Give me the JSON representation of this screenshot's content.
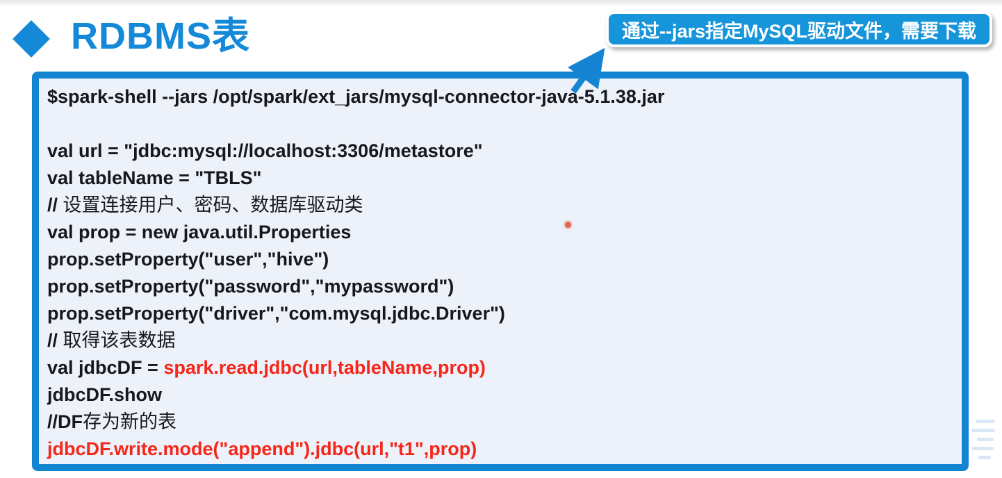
{
  "title": {
    "text": "RDBMS表"
  },
  "callout": {
    "text": "通过--jars指定MySQL驱动文件，需要下载"
  },
  "colors": {
    "accent_blue": "#1389d8",
    "callout_bg": "#1695da",
    "panel_border_blue": "#1285d2",
    "panel_bg": "#edf2fa",
    "code_text": "#16181f",
    "highlight_red": "#f5261a",
    "laser_dot": "#e0573f"
  },
  "code": {
    "lines": [
      {
        "segments": [
          {
            "style": "b",
            "text": "$spark-shell --jars /opt/spark/ext_jars/mysql-connector-java-5.1.38.jar"
          }
        ]
      },
      {
        "segments": []
      },
      {
        "segments": [
          {
            "style": "b",
            "text": "val url = \"jdbc:mysql://localhost:3306/metastore\""
          }
        ]
      },
      {
        "segments": [
          {
            "style": "b",
            "text": "val tableName = \"TBLS\""
          }
        ]
      },
      {
        "segments": [
          {
            "style": "b",
            "text": "// "
          },
          {
            "style": "c",
            "text": "设置连接用户、密码、数据库驱动类"
          }
        ]
      },
      {
        "segments": [
          {
            "style": "b",
            "text": "val prop = new java.util.Properties"
          }
        ]
      },
      {
        "segments": [
          {
            "style": "b",
            "text": "prop.setProperty(\"user\",\"hive\")"
          }
        ]
      },
      {
        "segments": [
          {
            "style": "b",
            "text": "prop.setProperty(\"password\",\"mypassword\")"
          }
        ]
      },
      {
        "segments": [
          {
            "style": "b",
            "text": "prop.setProperty(\"driver\",\"com.mysql.jdbc.Driver\")"
          }
        ]
      },
      {
        "segments": [
          {
            "style": "b",
            "text": "// "
          },
          {
            "style": "c",
            "text": "取得该表数据"
          }
        ]
      },
      {
        "segments": [
          {
            "style": "b",
            "text": "val jdbcDF = "
          },
          {
            "style": "r",
            "text": "spark.read.jdbc(url,tableName,prop)"
          }
        ]
      },
      {
        "segments": [
          {
            "style": "b",
            "text": "jdbcDF.show"
          }
        ]
      },
      {
        "segments": [
          {
            "style": "b",
            "text": "//DF"
          },
          {
            "style": "c",
            "text": "存为新的表"
          }
        ]
      },
      {
        "segments": [
          {
            "style": "r",
            "text": "jdbcDF.write.mode(\"append\").jdbc(url,\"t1\",prop)"
          }
        ]
      }
    ]
  }
}
